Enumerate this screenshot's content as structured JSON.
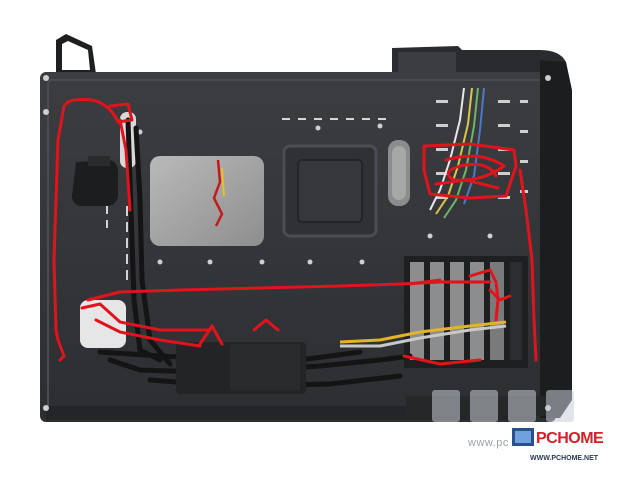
{
  "image": {
    "subject": "computer-case-rear-side-cable-management",
    "annotation_color": "#e0141c"
  },
  "watermark": {
    "url_fragment": "www.pc",
    "brand": "PCHOME",
    "site": "WWW.PCHOME.NET",
    "brand_color": "#d61f26"
  }
}
